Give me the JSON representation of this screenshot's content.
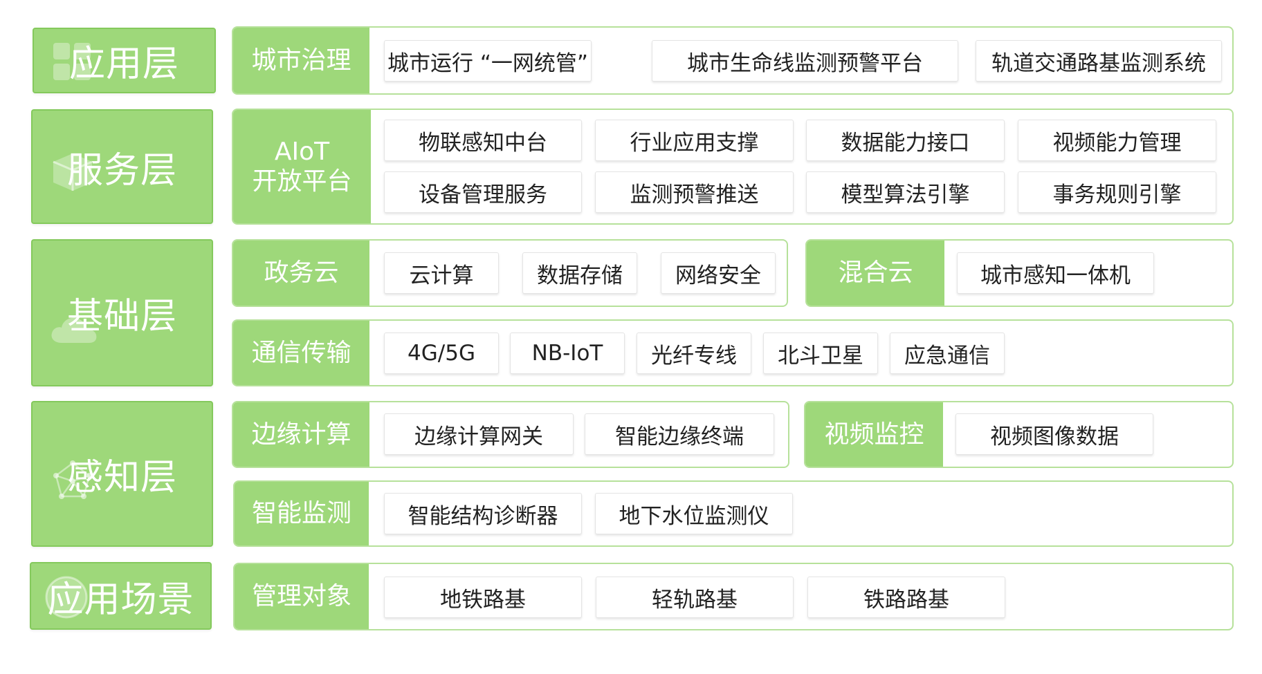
{
  "colors": {
    "fill": "#9ed87a",
    "border": "#b6e19a",
    "text_on_fill": "#ffffff",
    "chip_text": "#222222"
  },
  "layers": [
    {
      "label": "应用层",
      "icon": "app-grid-icon"
    },
    {
      "label": "服务层",
      "icon": "cube-box-icon"
    },
    {
      "label": "基础层",
      "icon": "cloud-icon"
    },
    {
      "label": "感知层",
      "icon": "network-mesh-icon"
    },
    {
      "label": "应用场景",
      "icon": "globe-icon"
    }
  ],
  "app": {
    "head": "城市治理",
    "items": [
      "城市运行 “一网统管”",
      "城市生命线监测预警平台",
      "轨道交通路基监测系统"
    ]
  },
  "service": {
    "head_line1": "AIoT",
    "head_line2": "开放平台",
    "items": [
      "物联感知中台",
      "行业应用支撑",
      "数据能力接口",
      "视频能力管理",
      "设备管理服务",
      "监测预警推送",
      "模型算法引擎",
      "事务规则引擎"
    ]
  },
  "gov_cloud": {
    "head": "政务云",
    "items": [
      "云计算",
      "数据存储",
      "网络安全"
    ]
  },
  "hybrid_cloud": {
    "head": "混合云",
    "items": [
      "城市感知一体机"
    ]
  },
  "comm": {
    "head": "通信传输",
    "items": [
      "4G/5G",
      "NB-IoT",
      "光纤专线",
      "北斗卫星",
      "应急通信"
    ]
  },
  "edge": {
    "head": "边缘计算",
    "items": [
      "边缘计算网关",
      "智能边缘终端"
    ]
  },
  "video": {
    "head": "视频监控",
    "items": [
      "视频图像数据"
    ]
  },
  "monitor": {
    "head": "智能监测",
    "items": [
      "智能结构诊断器",
      "地下水位监测仪"
    ]
  },
  "scene": {
    "head": "管理对象",
    "items": [
      "地铁路基",
      "轻轨路基",
      "铁路路基"
    ]
  }
}
